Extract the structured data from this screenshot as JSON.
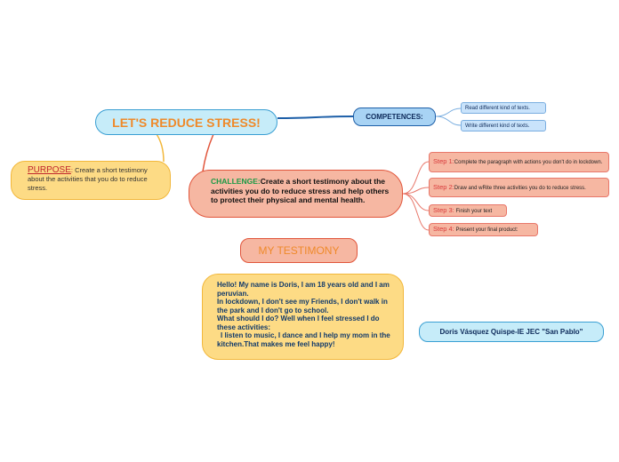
{
  "main_topic": "LET'S REDUCE STRESS!",
  "competences": {
    "label": "COMPETENCES:",
    "items": [
      "Read different kind of texts.",
      "Write different kind of texts."
    ]
  },
  "purpose": {
    "label": "PURPOSE",
    "text": " Create a short testimony about the activities that you do to reduce stress."
  },
  "challenge": {
    "label": "CHALLENGE:",
    "text": "Create a short testimony about the activities you do to reduce stress and help others to protect their physical and mental health."
  },
  "steps": [
    {
      "label": "Step 1:",
      "text": "Complete the paragraph with actions you don't do in lockdown."
    },
    {
      "label": "Step 2:",
      "text": "Draw and wRite three activities you do to reduce stress."
    },
    {
      "label": "Step 3:",
      "text": " Finish your text"
    },
    {
      "label": "Step 4:",
      "text": " Present your final product:"
    }
  ],
  "testimony": {
    "title": "MY TESTIMONY",
    "lines": [
      "Hello! My name is Doris, I am 18 years old and I am peruvian.",
      "In lockdown, I don't see my Friends, I don't walk in the park and I don't go to school.",
      "What should I do? Well when I feel stressed I do these activities:",
      "I listen to music, I dance and I help my mom in the kitchen.That makes me feel happy!"
    ]
  },
  "author": "Doris Vásquez Quispe-IE JEC \"San Pablo\"",
  "colors": {
    "blue_link": "#1d5fa8",
    "orange_link": "#e1553b",
    "yellow_link": "#f2b73a",
    "accent_orange": "#ef8a2a"
  }
}
